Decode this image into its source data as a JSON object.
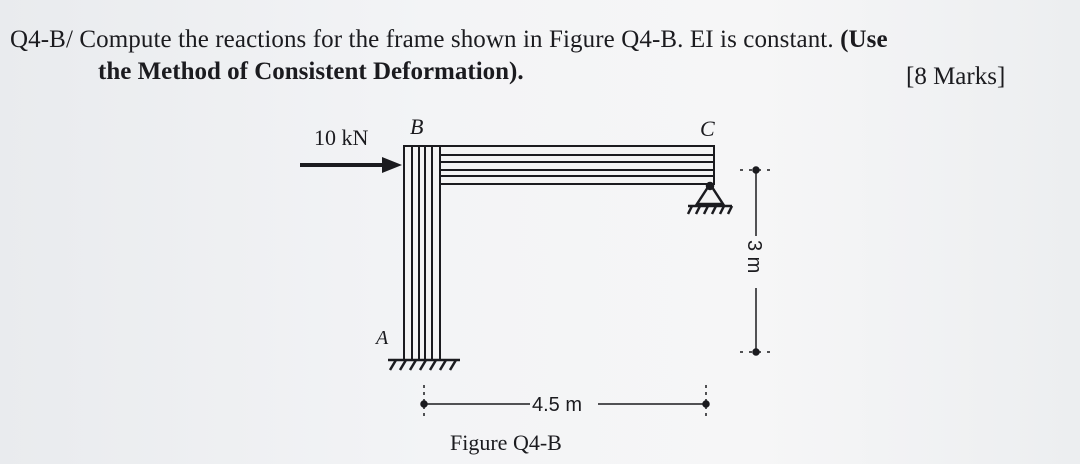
{
  "question": {
    "number_prefix": "Q4-B/",
    "text_normal": " Compute the reactions for the frame shown in Figure Q4-B. EI is constant. ",
    "text_bold_start": "(Use",
    "line2_bold": "the Method of Consistent Deformation).",
    "marks": "[8 Marks]"
  },
  "figure": {
    "load_label": "10 kN",
    "node_a": "A",
    "node_b": "B",
    "node_c": "C",
    "horizontal_dimension": "4.5 m",
    "vertical_dimension": "3 m",
    "caption": "Figure Q4-B"
  },
  "colors": {
    "ink": "#1b1b1f",
    "member_fill": "#f4f4f4"
  }
}
